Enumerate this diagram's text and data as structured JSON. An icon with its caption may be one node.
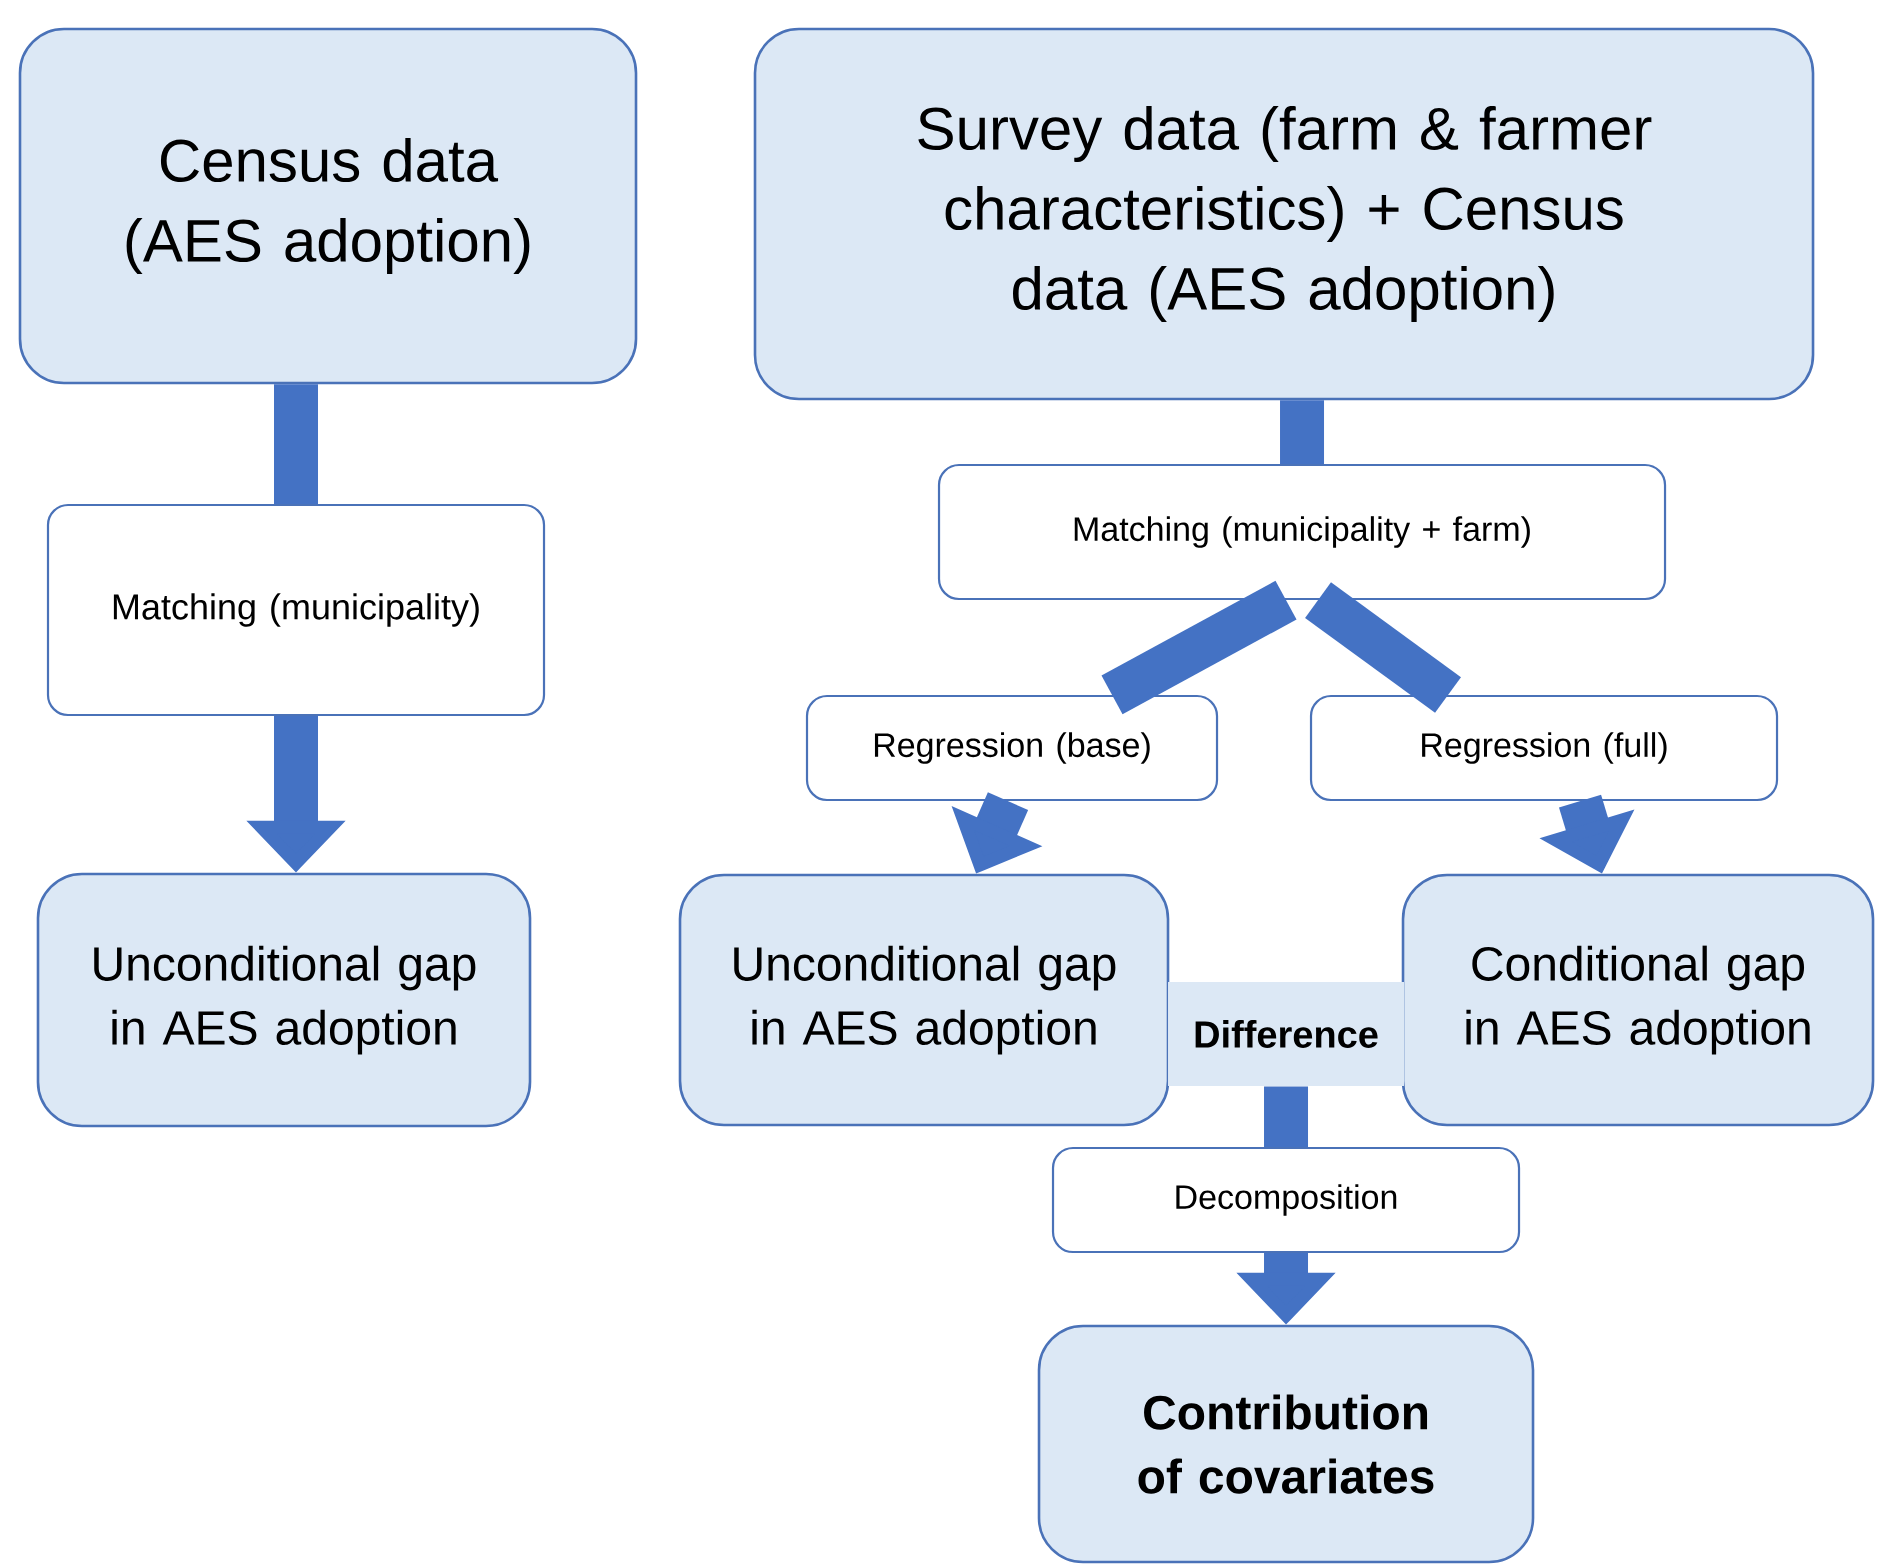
{
  "diagram": {
    "nodes": [
      {
        "text": [
          "Census data (AES adoption)"
        ]
      },
      {
        "text": [
          "Matching (municipality)"
        ]
      },
      {
        "text": [
          "Unconditional gap in AES adoption"
        ]
      },
      {
        "text": [
          "Survey data (farm & farmer characteristics) + Census data (AES adoption)"
        ]
      },
      {
        "text": [
          "Matching (municipality + farm)"
        ]
      },
      {
        "text": [
          "Regression (base)"
        ]
      },
      {
        "text": [
          "Regression (full)"
        ]
      },
      {
        "text": [
          "Unconditional gap in AES adoption"
        ]
      },
      {
        "text": [
          "Conditional gap in AES adoption"
        ]
      },
      {
        "text": [
          "Difference"
        ]
      },
      {
        "text": [
          "Decomposition"
        ]
      },
      {
        "text": [
          "Contribution of covariates"
        ]
      }
    ],
    "edges": [
      {
        "from": 0,
        "to": 1,
        "arrow": "none"
      },
      {
        "from": 1,
        "to": 2,
        "arrow": "to"
      },
      {
        "from": 3,
        "to": 4,
        "arrow": "none"
      },
      {
        "from": 4,
        "to": 5,
        "arrow": "none"
      },
      {
        "from": 4,
        "to": 6,
        "arrow": "none"
      },
      {
        "from": 5,
        "to": 7,
        "arrow": "to"
      },
      {
        "from": 6,
        "to": 8,
        "arrow": "to"
      },
      {
        "from": 9,
        "to": 10,
        "arrow": "none"
      },
      {
        "from": 10,
        "to": 11,
        "arrow": "to"
      }
    ]
  }
}
